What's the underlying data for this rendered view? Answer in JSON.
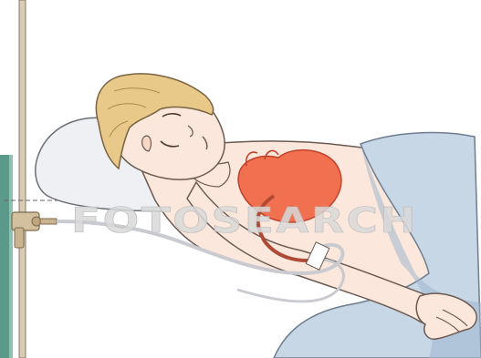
{
  "watermark": {
    "text": "FOTOSEARCH"
  },
  "colors": {
    "background": "#ffffff",
    "skin": "#fbe7db",
    "skin_outline": "#6b5a52",
    "hair": "#e8c98a",
    "hair_outline": "#7a6340",
    "pillow": "#eef0f3",
    "blanket": "#c8d7e6",
    "blanket_shadow": "#9eb6cf",
    "heart": "#f0704f",
    "heart_outline": "#c0402a",
    "catheter_tube": "#c9cbd0",
    "iv_pole": "#c9b79b",
    "left_wall": "#5b9a8a",
    "watermark": "#d8d8d8"
  },
  "scene": {
    "subject": "patient-lying-in-bed",
    "elements": [
      "iv-pole",
      "pressure-transducer",
      "catheter-tube",
      "heart",
      "pillow",
      "blanket",
      "patient"
    ]
  }
}
